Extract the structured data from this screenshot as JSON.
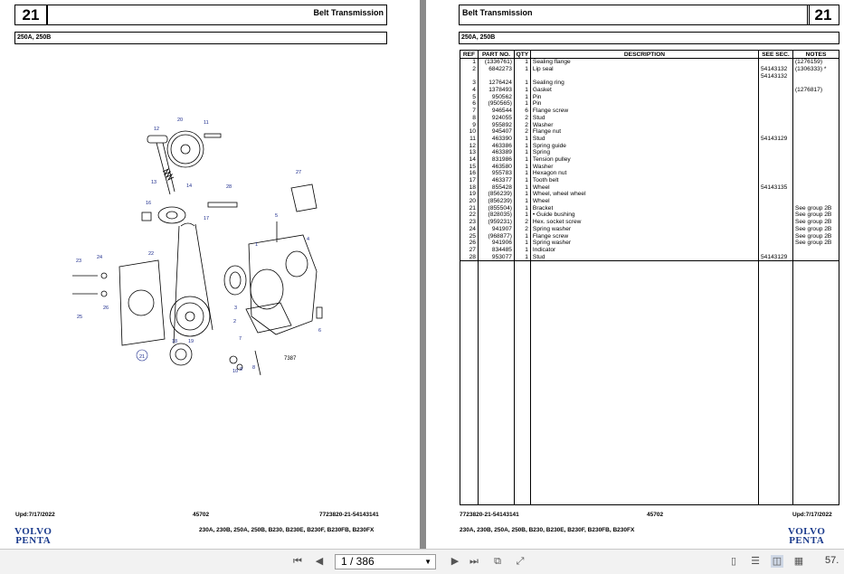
{
  "left": {
    "section_number": "21",
    "title": "Belt Transmission",
    "model": "250A, 250B",
    "callouts": [
      "12",
      "20",
      "11",
      "13",
      "14",
      "16",
      "28",
      "27",
      "17",
      "5",
      "4",
      "22",
      "24",
      "23",
      "1",
      "26",
      "25",
      "2",
      "3",
      "18",
      "19",
      "7",
      "21",
      "10",
      "9",
      "8",
      "6"
    ],
    "drawing_number": "7387",
    "footer_date": "Upd:7/17/2022",
    "footer_page": "45702",
    "footer_ref": "7723820-21-54143141",
    "footer_models": "230A, 230B, 250A, 250B, B230, B230E, B230F, B230FB, B230FX",
    "logo_line1": "VOLVO",
    "logo_line2": "PENTA"
  },
  "right": {
    "section_number": "21",
    "title": "Belt Transmission",
    "model": "250A, 250B",
    "columns": [
      "REF",
      "PART NO.",
      "QTY",
      "DESCRIPTION",
      "SEE SEC.",
      "NOTES"
    ],
    "rows": [
      [
        "1",
        "(1336761)",
        "1",
        "Sealing flange",
        "",
        "(1276159)"
      ],
      [
        "2",
        "6842273",
        "1",
        "Lip seal",
        "54143132",
        "(1306333) *"
      ],
      [
        "",
        "",
        "",
        "",
        "54143132",
        ""
      ],
      [
        "3",
        "1276424",
        "1",
        "Sealing ring",
        "",
        ""
      ],
      [
        "4",
        "1378493",
        "1",
        "Gasket",
        "",
        "(1276817)"
      ],
      [
        "5",
        "950562",
        "1",
        "Pin",
        "",
        ""
      ],
      [
        "6",
        "(950565)",
        "1",
        "Pin",
        "",
        ""
      ],
      [
        "7",
        "946544",
        "6",
        "Flange screw",
        "",
        ""
      ],
      [
        "8",
        "924055",
        "2",
        "Stud",
        "",
        ""
      ],
      [
        "9",
        "955892",
        "2",
        "Washer",
        "",
        ""
      ],
      [
        "10",
        "945407",
        "2",
        "Flange nut",
        "",
        ""
      ],
      [
        "11",
        "463390",
        "1",
        "Stud",
        "54143129",
        ""
      ],
      [
        "12",
        "463386",
        "1",
        "Spring guide",
        "",
        ""
      ],
      [
        "13",
        "463389",
        "1",
        "Spring",
        "",
        ""
      ],
      [
        "14",
        "831986",
        "1",
        "Tension pulley",
        "",
        ""
      ],
      [
        "15",
        "463580",
        "1",
        "Washer",
        "",
        ""
      ],
      [
        "16",
        "955783",
        "1",
        "Hexagon nut",
        "",
        ""
      ],
      [
        "17",
        "463377",
        "1",
        "Tooth belt",
        "",
        ""
      ],
      [
        "18",
        "855428",
        "1",
        "Wheel",
        "54143135",
        ""
      ],
      [
        "19",
        "(856239)",
        "1",
        "Wheel, wheel wheel",
        "",
        ""
      ],
      [
        "20",
        "(856239)",
        "1",
        "Wheel",
        "",
        ""
      ],
      [
        "21",
        "(855504)",
        "1",
        "Bracket",
        "",
        "See group 2B"
      ],
      [
        "22",
        "(828035)",
        "1",
        "• Guide bushing",
        "",
        "See group 2B"
      ],
      [
        "23",
        "(959231)",
        "2",
        "Hex. socket screw",
        "",
        "See group 2B"
      ],
      [
        "24",
        "941907",
        "2",
        "Spring washer",
        "",
        "See group 2B"
      ],
      [
        "25",
        "(968877)",
        "1",
        "Flange screw",
        "",
        "See group 2B"
      ],
      [
        "26",
        "941906",
        "1",
        "Spring washer",
        "",
        "See group 2B"
      ],
      [
        "27",
        "834485",
        "1",
        "Indicator",
        "",
        ""
      ],
      [
        "28",
        "953077",
        "1",
        "Stud",
        "54143129",
        ""
      ]
    ],
    "footer_ref": "7723820-21-54143141",
    "footer_page": "45702",
    "footer_date": "Upd:7/17/2022",
    "footer_models": "230A, 230B, 250A, 250B, B230, B230E, B230F, B230FB, B230FX",
    "logo_line1": "VOLVO",
    "logo_line2": "PENTA"
  },
  "toolbar": {
    "page_indicator": "1 / 386",
    "zoom": "57."
  }
}
